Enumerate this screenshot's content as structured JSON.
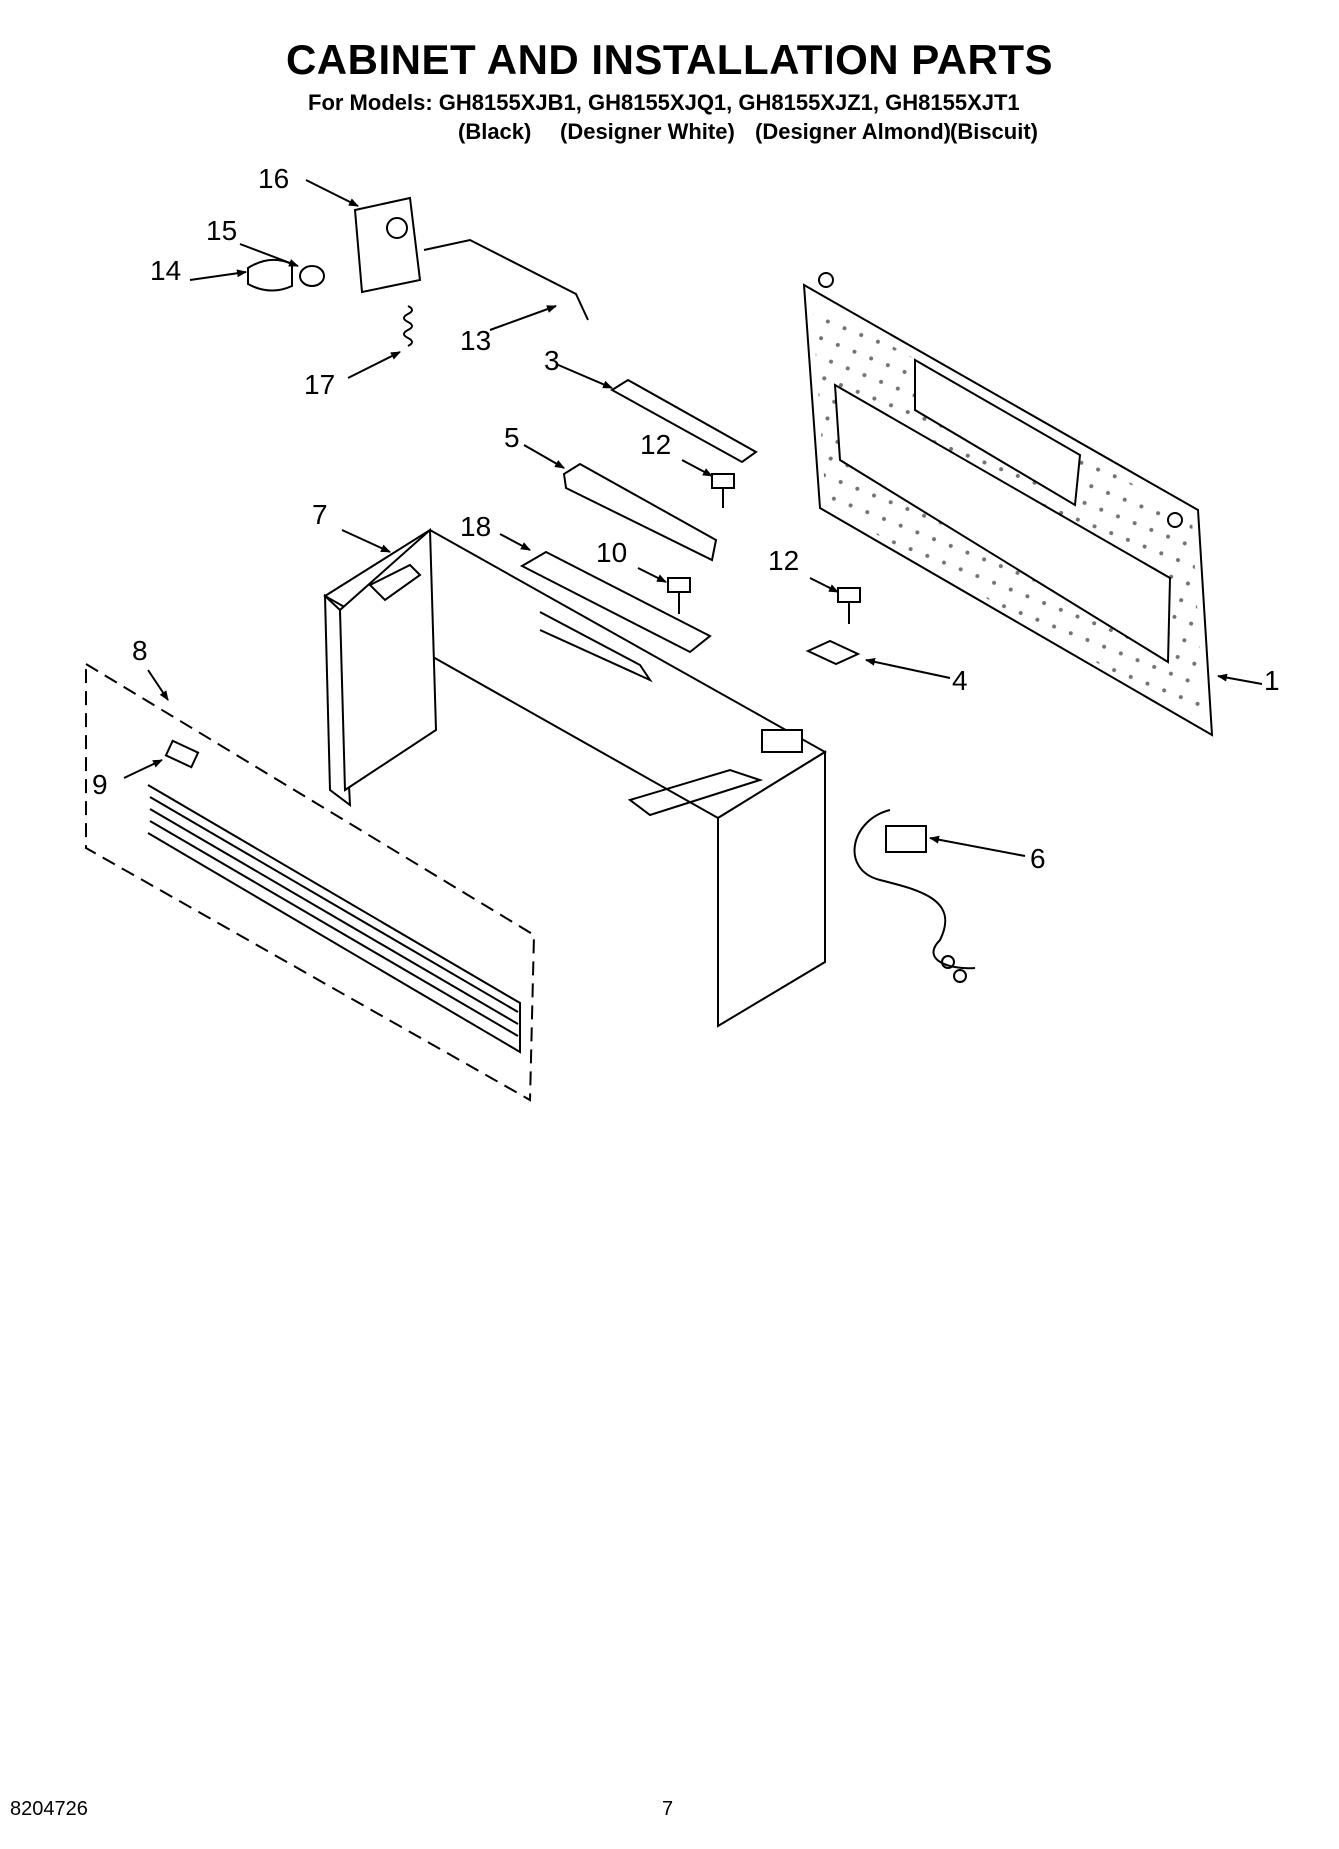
{
  "header": {
    "title": "CABINET AND INSTALLATION PARTS",
    "models_line": "For Models: GH8155XJB1, GH8155XJQ1, GH8155XJZ1, GH8155XJT1",
    "color_labels": [
      "(Black)",
      "(Designer White)",
      "(Designer Almond)",
      "(Biscuit)"
    ]
  },
  "callouts": {
    "c1": "1",
    "c3": "3",
    "c4": "4",
    "c5": "5",
    "c6": "6",
    "c7": "7",
    "c8": "8",
    "c9": "9",
    "c10": "10",
    "c12a": "12",
    "c12b": "12",
    "c13": "13",
    "c14": "14",
    "c15": "15",
    "c16": "16",
    "c17": "17",
    "c18": "18"
  },
  "footer": {
    "doc_number": "8204726",
    "page_number": "7"
  }
}
